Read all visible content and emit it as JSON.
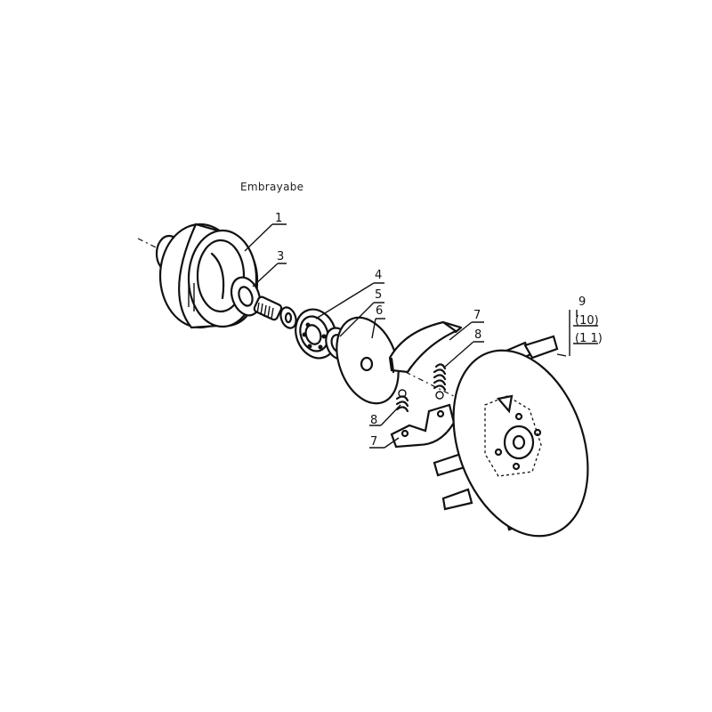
{
  "title": "Embrayabe",
  "callouts": {
    "c1": "1",
    "c3": "3",
    "c4": "4",
    "c5": "5",
    "c6": "6",
    "c7a": "7",
    "c8a": "8",
    "c8b": "8",
    "c7b": "7",
    "c9": "9",
    "c10": "(10)",
    "c11": "(1 1)"
  }
}
